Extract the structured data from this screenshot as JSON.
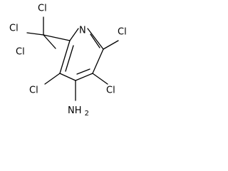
{
  "molecule": {
    "atoms": {
      "n1": "N",
      "cl_c6": "Cl",
      "cl_c3": "Cl",
      "cl_c5": "Cl",
      "nh2": "NH",
      "nh2_sub": "2",
      "ccl3_cl_top": "Cl",
      "ccl3_cl_left": "Cl",
      "ccl3_cl_right": "Cl"
    }
  }
}
